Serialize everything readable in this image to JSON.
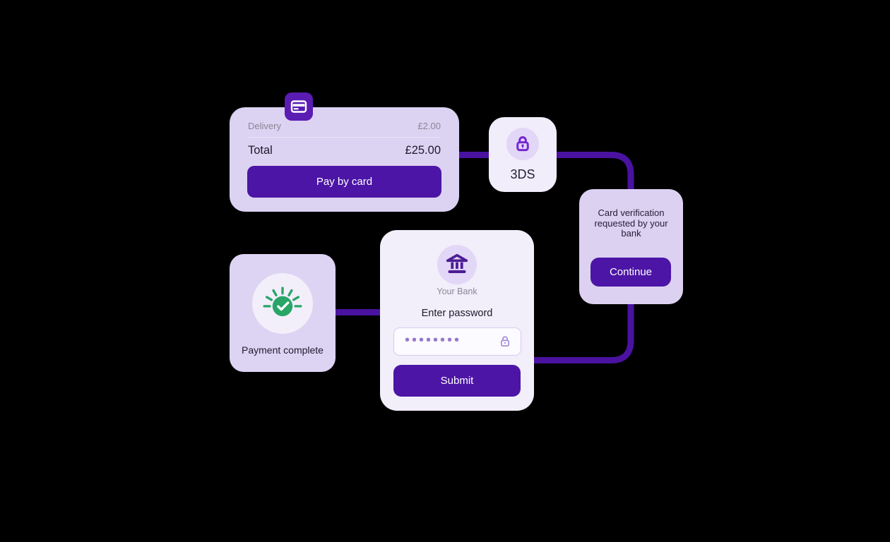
{
  "colors": {
    "background": "#000000",
    "card_lavender": "#dcd2f2",
    "card_light": "#f1edfa",
    "button_purple": "#4c15a6",
    "badge_purple": "#5a1cb3",
    "connector_purple": "#4a12a0",
    "lock_purple": "#7527d3",
    "bank_icon_purple": "#4c1d95",
    "success_green": "#28a567",
    "text_dark": "#1f1a2e",
    "text_gray": "#8b8595"
  },
  "icons": {
    "badge": "credit-card-icon",
    "threeds": "lock-icon",
    "bank": "bank-building-icon",
    "input": "lock-outline-icon",
    "complete": "success-burst-check-icon"
  },
  "checkout_card": {
    "delivery_label": "Delivery",
    "delivery_value": "£2.00",
    "total_label": "Total",
    "total_value": "£25.00",
    "pay_button": "Pay by card"
  },
  "threeds_card": {
    "label": "3DS"
  },
  "verification_card": {
    "message": "Card verification requested by your bank",
    "continue_button": "Continue"
  },
  "bank_card": {
    "bank_name": "Your Bank",
    "prompt": "Enter password",
    "password_value": "••••••••",
    "submit_button": "Submit"
  },
  "complete_card": {
    "label": "Payment complete"
  }
}
